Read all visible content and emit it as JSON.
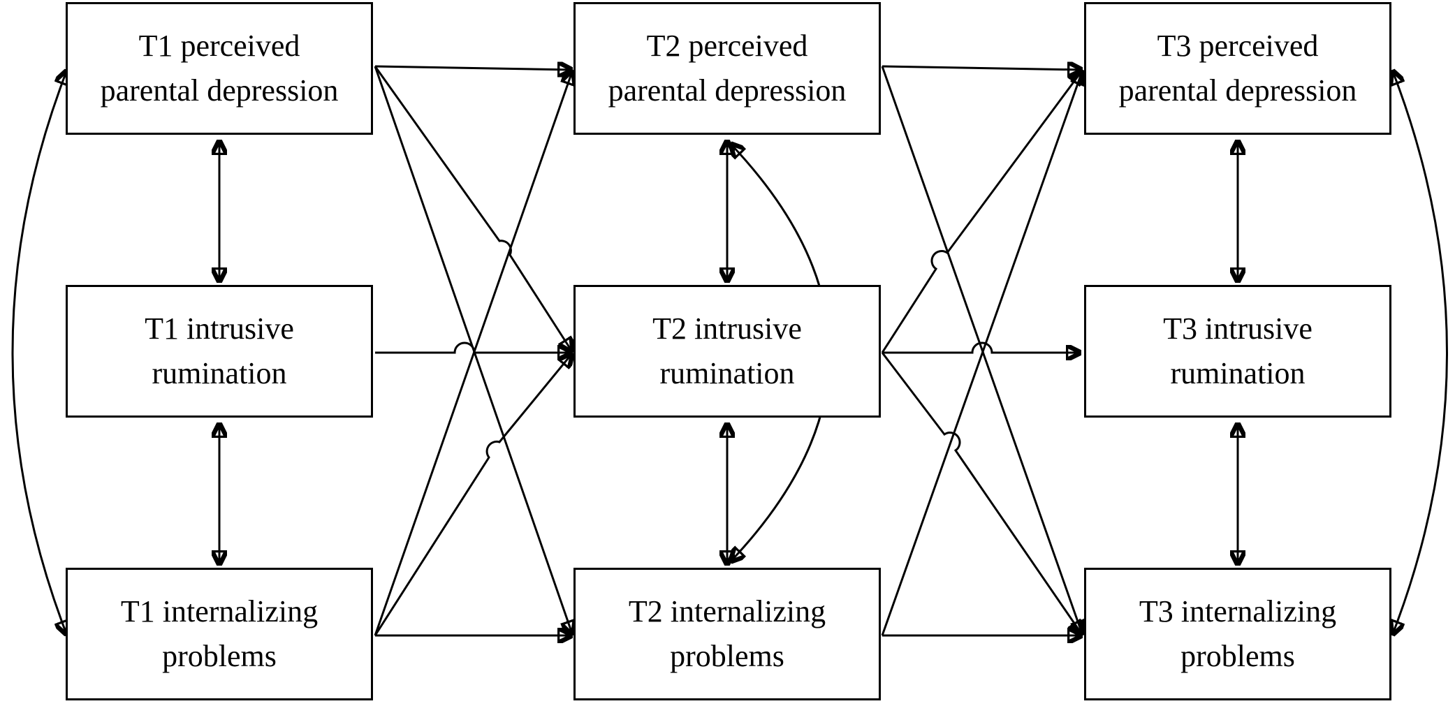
{
  "nodes": {
    "t1_depression": {
      "line1": "T1 perceived",
      "line2": "parental depression"
    },
    "t2_depression": {
      "line1": "T2 perceived",
      "line2": "parental depression"
    },
    "t3_depression": {
      "line1": "T3 perceived",
      "line2": "parental depression"
    },
    "t1_rumination": {
      "line1": "T1 intrusive",
      "line2": "rumination"
    },
    "t2_rumination": {
      "line1": "T2 intrusive",
      "line2": "rumination"
    },
    "t3_rumination": {
      "line1": "T3 intrusive",
      "line2": "rumination"
    },
    "t1_internalizing": {
      "line1": "T1 internalizing",
      "line2": "problems"
    },
    "t2_internalizing": {
      "line1": "T2 internalizing",
      "line2": "problems"
    },
    "t3_internalizing": {
      "line1": "T3 internalizing",
      "line2": "problems"
    }
  },
  "paths": [
    {
      "from": "t1_depression",
      "to": "t2_depression",
      "kind": "directed"
    },
    {
      "from": "t1_depression",
      "to": "t2_rumination",
      "kind": "directed"
    },
    {
      "from": "t1_depression",
      "to": "t2_internalizing",
      "kind": "directed"
    },
    {
      "from": "t1_rumination",
      "to": "t2_rumination",
      "kind": "directed"
    },
    {
      "from": "t1_internalizing",
      "to": "t2_depression",
      "kind": "directed"
    },
    {
      "from": "t1_internalizing",
      "to": "t2_rumination",
      "kind": "directed"
    },
    {
      "from": "t1_internalizing",
      "to": "t2_internalizing",
      "kind": "directed"
    },
    {
      "from": "t2_depression",
      "to": "t3_depression",
      "kind": "directed"
    },
    {
      "from": "t2_depression",
      "to": "t3_internalizing",
      "kind": "directed"
    },
    {
      "from": "t2_rumination",
      "to": "t3_depression",
      "kind": "directed"
    },
    {
      "from": "t2_rumination",
      "to": "t3_rumination",
      "kind": "directed"
    },
    {
      "from": "t2_rumination",
      "to": "t3_internalizing",
      "kind": "directed"
    },
    {
      "from": "t2_internalizing",
      "to": "t3_depression",
      "kind": "directed"
    },
    {
      "from": "t2_internalizing",
      "to": "t3_internalizing",
      "kind": "directed"
    },
    {
      "from": "t1_depression",
      "to": "t1_rumination",
      "kind": "covariance"
    },
    {
      "from": "t1_rumination",
      "to": "t1_internalizing",
      "kind": "covariance"
    },
    {
      "from": "t1_depression",
      "to": "t1_internalizing",
      "kind": "covariance"
    },
    {
      "from": "t2_depression",
      "to": "t2_rumination",
      "kind": "covariance"
    },
    {
      "from": "t2_rumination",
      "to": "t2_internalizing",
      "kind": "covariance"
    },
    {
      "from": "t2_depression",
      "to": "t2_internalizing",
      "kind": "covariance"
    },
    {
      "from": "t3_depression",
      "to": "t3_rumination",
      "kind": "covariance"
    },
    {
      "from": "t3_rumination",
      "to": "t3_internalizing",
      "kind": "covariance"
    },
    {
      "from": "t3_depression",
      "to": "t3_internalizing",
      "kind": "covariance"
    }
  ]
}
